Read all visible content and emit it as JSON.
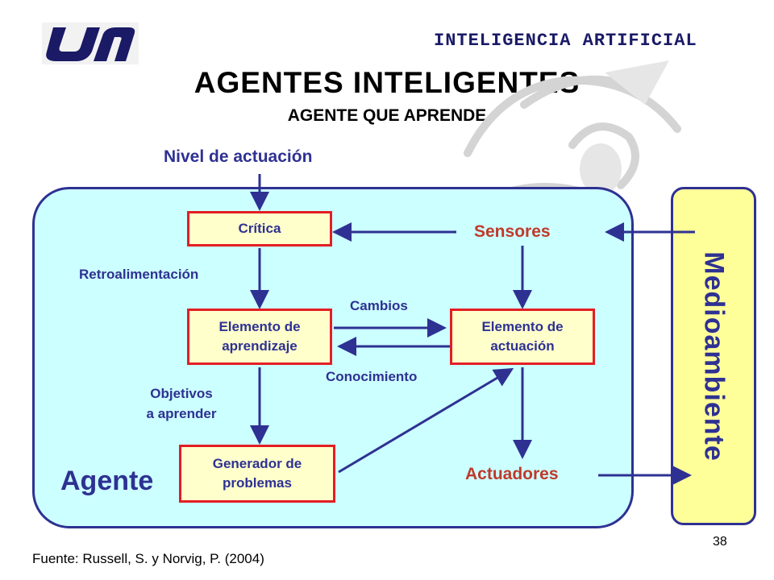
{
  "header": {
    "course": "INTELIGENCIA ARTIFICIAL",
    "title": "AGENTES INTELIGENTES",
    "subtitle": "AGENTE QUE APRENDE"
  },
  "diagram": {
    "performance_level": "Nivel de actuación",
    "critic": "Crítica",
    "sensors": "Sensores",
    "feedback": "Retroalimentación",
    "changes": "Cambios",
    "learning_element": [
      "Elemento de",
      "aprendizaje"
    ],
    "performance_element": [
      "Elemento de",
      "actuación"
    ],
    "knowledge": "Conocimiento",
    "learning_goals": [
      "Objetivos",
      "a aprender"
    ],
    "problem_generator": [
      "Generador de",
      "problemas"
    ],
    "actuators": "Actuadores",
    "agent": "Agente",
    "environment": "Medioambiente"
  },
  "footer": {
    "source": "Fuente: Russell, S. y Norvig, P. (2004)",
    "page": "38"
  },
  "colors": {
    "navy": "#2e3192",
    "agent_fill": "#ccffff",
    "environment_fill": "#ffff99",
    "box_fill": "#ffffcc",
    "box_border": "#e31e24",
    "orange_label": "#c0392b"
  }
}
